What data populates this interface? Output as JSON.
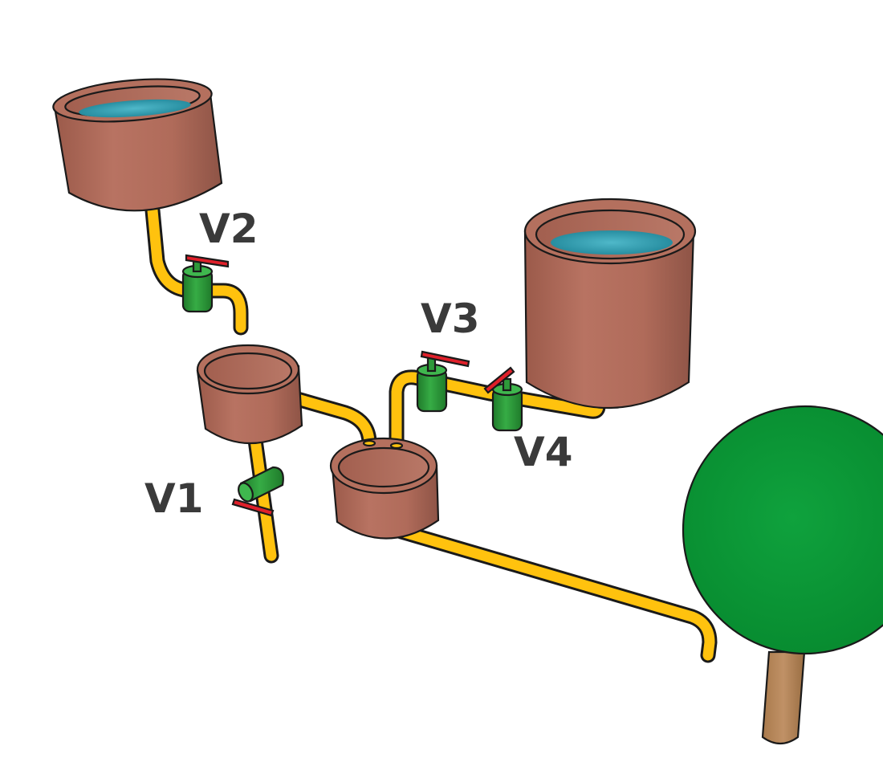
{
  "colors": {
    "tank": "#b4705e",
    "tank_dark": "#8e5446",
    "tank_inner": "#a96554",
    "water": "#2b9bb0",
    "pipe": "#ffc20e",
    "valve_body": "#2e9a3a",
    "valve_handle": "#e0202a",
    "tree_crown": "#0a9a36",
    "tree_trunk": "#b08456"
  },
  "valves": [
    {
      "id": "v1",
      "label": "V1"
    },
    {
      "id": "v2",
      "label": "V2"
    },
    {
      "id": "v3",
      "label": "V3"
    },
    {
      "id": "v4",
      "label": "V4"
    }
  ]
}
